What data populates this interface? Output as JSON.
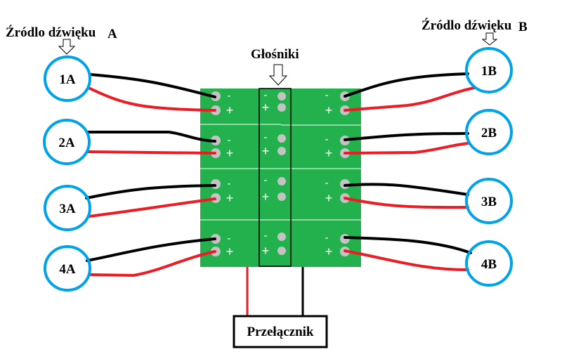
{
  "titles": {
    "source_a": "Źródlo dźwięku",
    "source_a_letter": "A",
    "source_b": "Źródlo dźwięku",
    "source_b_letter": "B",
    "speakers": "Głośniki",
    "switch": "Przełącznik"
  },
  "sources_a": [
    {
      "label": "1A"
    },
    {
      "label": "2A"
    },
    {
      "label": "3A"
    },
    {
      "label": "4A"
    }
  ],
  "sources_b": [
    {
      "label": "1B"
    },
    {
      "label": "2B"
    },
    {
      "label": "3B"
    },
    {
      "label": "4B"
    }
  ],
  "terminals": {
    "minus": "-",
    "plus": "+"
  },
  "colors": {
    "pcb": "#22b14c",
    "pad": "#c3c3c3",
    "wire_negative": "#000000",
    "wire_positive": "#ed1c24",
    "source_ring": "#00a2e8",
    "divider": "#ffffff"
  }
}
